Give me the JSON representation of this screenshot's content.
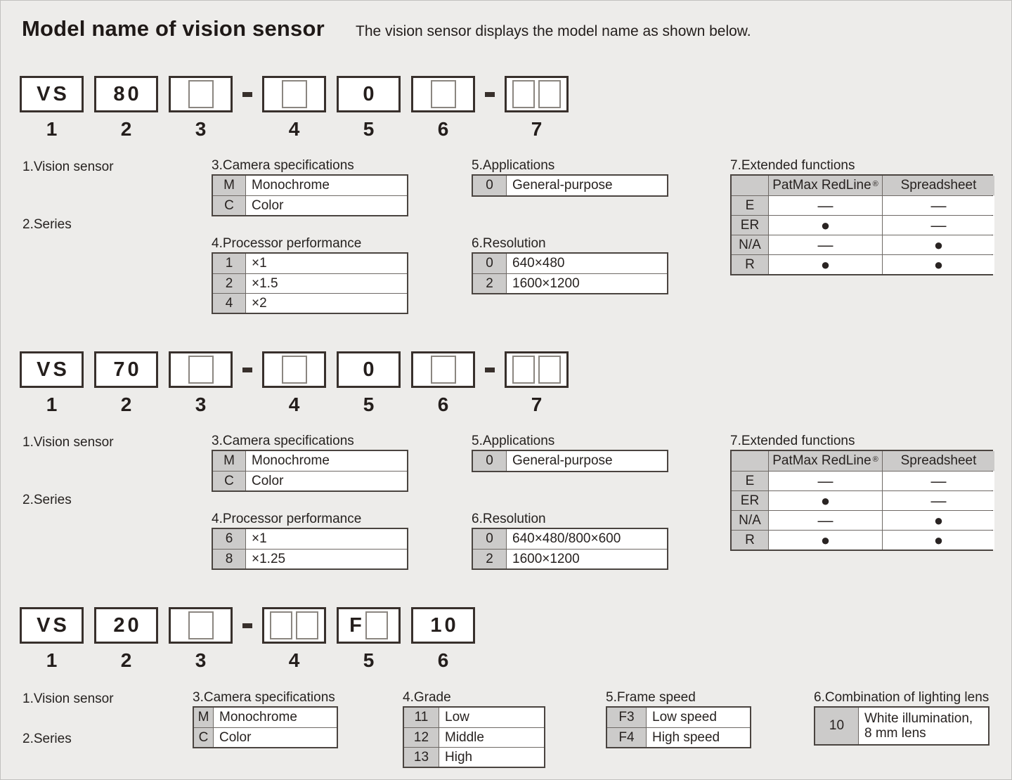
{
  "page": {
    "title": "Model name of vision sensor",
    "subtitle": "The vision sensor displays the model name as shown below."
  },
  "colors": {
    "background": "#edecea",
    "cell_gray": "#cccbca",
    "border_dark": "#38302c",
    "text": "#272220"
  },
  "s1": {
    "model": {
      "p1": "VS",
      "p2": "80",
      "p5": "0"
    },
    "nums": [
      "1",
      "2",
      "3",
      "4",
      "5",
      "6",
      "7"
    ],
    "vision_label": "1.Vision sensor",
    "series_label": "2.Series",
    "camera": {
      "title": "3.Camera specifications",
      "rows": [
        {
          "k": "M",
          "v": "Monochrome"
        },
        {
          "k": "C",
          "v": "Color"
        }
      ]
    },
    "processor": {
      "title": "4.Processor performance",
      "rows": [
        {
          "k": "1",
          "v": "×1"
        },
        {
          "k": "2",
          "v": "×1.5"
        },
        {
          "k": "4",
          "v": "×2"
        }
      ]
    },
    "applications": {
      "title": "5.Applications",
      "rows": [
        {
          "k": "0",
          "v": "General-purpose"
        }
      ]
    },
    "resolution": {
      "title": "6.Resolution",
      "rows": [
        {
          "k": "0",
          "v": "640×480"
        },
        {
          "k": "2",
          "v": "1600×1200"
        }
      ]
    },
    "extended": {
      "title": "7.Extended functions",
      "col1": "PatMax RedLine",
      "col1_reg": "®",
      "col2": "Spreadsheet",
      "rows": [
        {
          "k": "E",
          "c1": "—",
          "c2": "—"
        },
        {
          "k": "ER",
          "c1": "●",
          "c2": "—"
        },
        {
          "k": "N/A",
          "c1": "—",
          "c2": "●"
        },
        {
          "k": "R",
          "c1": "●",
          "c2": "●"
        }
      ]
    }
  },
  "s2": {
    "model": {
      "p1": "VS",
      "p2": "70",
      "p5": "0"
    },
    "nums": [
      "1",
      "2",
      "3",
      "4",
      "5",
      "6",
      "7"
    ],
    "vision_label": "1.Vision sensor",
    "series_label": "2.Series",
    "camera": {
      "title": "3.Camera specifications",
      "rows": [
        {
          "k": "M",
          "v": "Monochrome"
        },
        {
          "k": "C",
          "v": "Color"
        }
      ]
    },
    "processor": {
      "title": "4.Processor performance",
      "rows": [
        {
          "k": "6",
          "v": "×1"
        },
        {
          "k": "8",
          "v": "×1.25"
        }
      ]
    },
    "applications": {
      "title": "5.Applications",
      "rows": [
        {
          "k": "0",
          "v": "General-purpose"
        }
      ]
    },
    "resolution": {
      "title": "6.Resolution",
      "rows": [
        {
          "k": "0",
          "v": "640×480/800×600"
        },
        {
          "k": "2",
          "v": "1600×1200"
        }
      ]
    },
    "extended": {
      "title": "7.Extended functions",
      "col1": "PatMax RedLine",
      "col1_reg": "®",
      "col2": "Spreadsheet",
      "rows": [
        {
          "k": "E",
          "c1": "—",
          "c2": "—"
        },
        {
          "k": "ER",
          "c1": "●",
          "c2": "—"
        },
        {
          "k": "N/A",
          "c1": "—",
          "c2": "●"
        },
        {
          "k": "R",
          "c1": "●",
          "c2": "●"
        }
      ]
    }
  },
  "s3": {
    "model": {
      "p1": "VS",
      "p2": "20",
      "p5": "F",
      "p6": "10"
    },
    "nums": [
      "1",
      "2",
      "3",
      "4",
      "5",
      "6"
    ],
    "vision_label": "1.Vision sensor",
    "series_label": "2.Series",
    "camera": {
      "title": "3.Camera specifications",
      "rows": [
        {
          "k": "M",
          "v": "Monochrome"
        },
        {
          "k": "C",
          "v": "Color"
        }
      ]
    },
    "grade": {
      "title": "4.Grade",
      "rows": [
        {
          "k": "11",
          "v": "Low"
        },
        {
          "k": "12",
          "v": "Middle"
        },
        {
          "k": "13",
          "v": "High"
        }
      ]
    },
    "frame": {
      "title": "5.Frame speed",
      "rows": [
        {
          "k": "F3",
          "v": "Low speed"
        },
        {
          "k": "F4",
          "v": "High speed"
        }
      ]
    },
    "lighting": {
      "title": "6.Combination of lighting lens",
      "rows": [
        {
          "k": "10",
          "v1": "White illumination,",
          "v2": "8 mm lens"
        }
      ]
    }
  }
}
